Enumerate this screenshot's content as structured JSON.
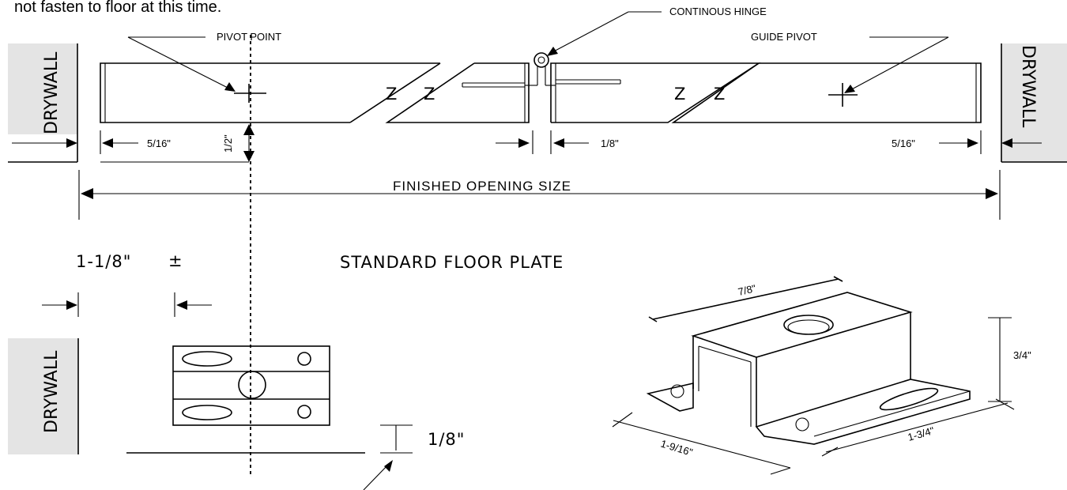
{
  "note_text": "not fasten to floor at this time.",
  "labels": {
    "pivot_point": "PIVOT POINT",
    "continuous_hinge": "CONTINOUS HINGE",
    "guide_pivot": "GUIDE PIVOT",
    "drywall_left": "DRYWALL",
    "drywall_right": "DRYWALL",
    "drywall_bottom": "DRYWALL",
    "finished_opening": "FINISHED OPENING SIZE",
    "standard_floor_plate": "STANDARD FLOOR PLATE"
  },
  "dimensions": {
    "left_gap": "5/16\"",
    "right_gap": "5/16\"",
    "hinge_gap": "1/8\"",
    "pivot_depth": "1/2\"",
    "plate_offset": "1-1/8\"",
    "plate_offset_tolerance": "±",
    "floor_gap": "1/8\"",
    "bracket_width": "7/8\"",
    "bracket_height": "3/4\"",
    "bracket_depth": "1-9/16\"",
    "bracket_length": "1-3/4\""
  },
  "colors": {
    "line": "#000000",
    "wall_fill": "#e4e4e4",
    "background": "#ffffff"
  }
}
